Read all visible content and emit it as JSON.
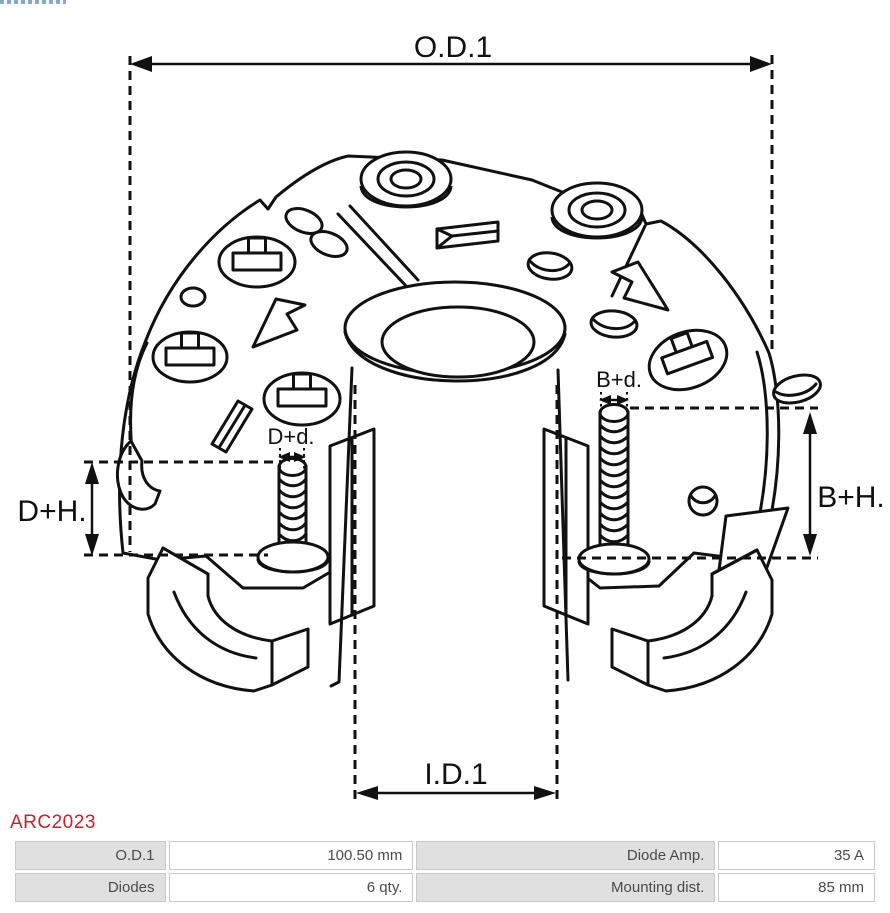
{
  "page": {
    "logo_strip_color": "#89a8c8",
    "background": "#ffffff"
  },
  "part_number": "ARC2023",
  "annotations": {
    "od1": "O.D.1",
    "id1": "I.D.1",
    "dph": "D+H.",
    "bph": "B+H.",
    "dpd": "D+d.",
    "bpd": "B+d."
  },
  "spec_table": {
    "rows": [
      {
        "cells": [
          {
            "label": "O.D.1",
            "value": "100.50 mm"
          },
          {
            "label": "Diode Amp.",
            "value": "35 A"
          }
        ]
      },
      {
        "cells": [
          {
            "label": "Diodes",
            "value": "6 qty."
          },
          {
            "label": "Mounting dist.",
            "value": "85 mm"
          }
        ]
      }
    ]
  },
  "colors": {
    "accent_red": "#c5232b",
    "line": "#111111",
    "table_label_bg": "#e0e0e0",
    "table_border": "#c9c9c9",
    "table_text": "#4a4a4a"
  }
}
